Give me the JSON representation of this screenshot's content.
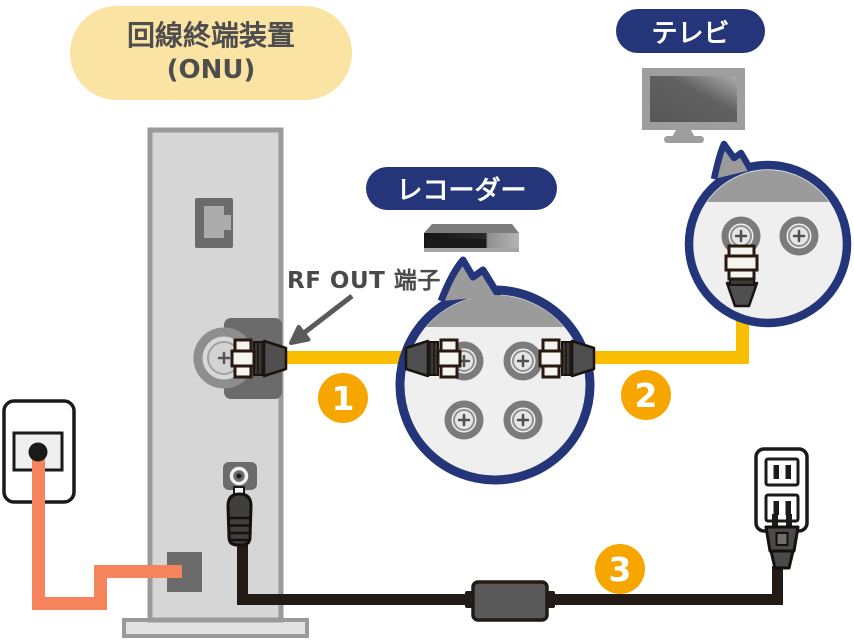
{
  "labels": {
    "device_blob": {
      "line1": "回線終端装置",
      "line2": "(ONU)"
    },
    "recorder": "レコーダー",
    "tv": "テレビ",
    "rf_out_port": "RF OUT 端子"
  },
  "steps": [
    "1",
    "2",
    "3"
  ],
  "colors": {
    "accent_navy": "#24357A",
    "blob_cream": "#FAE3A3",
    "coax_cable_yellow": "#FABE00",
    "optical_cable_orange": "#F5845C",
    "power_cable_black": "#221A14",
    "step_badge_orange": "#F7A600",
    "device_gray": "#D6D6D6",
    "port_dark_gray": "#6B6B6B"
  },
  "icons": {
    "tv_icon": "flat-screen-tv",
    "recorder_icon": "video-recorder-deck",
    "recorder_zoom_bubble": "magnified-coax-terminals",
    "tv_zoom_bubble": "magnified-coax-terminals",
    "rf_out_arrow": "arrow-pointing-to-rf-out-port",
    "optical_wall_outlet": "optical-fiber-wall-outlet",
    "power_wall_outlet": "ac-power-outlet"
  }
}
